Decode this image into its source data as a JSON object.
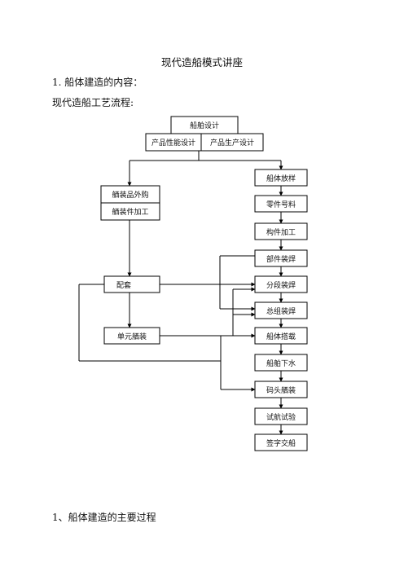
{
  "document": {
    "title": "现代造船模式讲座",
    "heading1": "1. 船体建造的内容：",
    "heading2": "现代造船工艺流程:",
    "heading3": "1、船体建造的主要过程"
  },
  "flow": {
    "ship_design": "船舶设计",
    "product_performance_design": "产品性能设计",
    "product_production_design": "产品生产设计",
    "outfitting_purchase": "舾装品外购",
    "outfitting_processing": "舾装件加工",
    "matching": "配套",
    "unit_outfitting": "单元舾装",
    "hull_lofting": "船体放样",
    "part_marking": "零件号料",
    "component_processing": "构件加工",
    "part_assembly_welding": "部件装焊",
    "block_assembly_welding": "分段装焊",
    "grand_assembly_welding": "总组装焊",
    "hull_erection": "船体搭载",
    "ship_launching": "船舶下水",
    "quay_outfitting": "码头舾装",
    "sea_trial": "试航试验",
    "signing_delivery": "签字交船"
  }
}
